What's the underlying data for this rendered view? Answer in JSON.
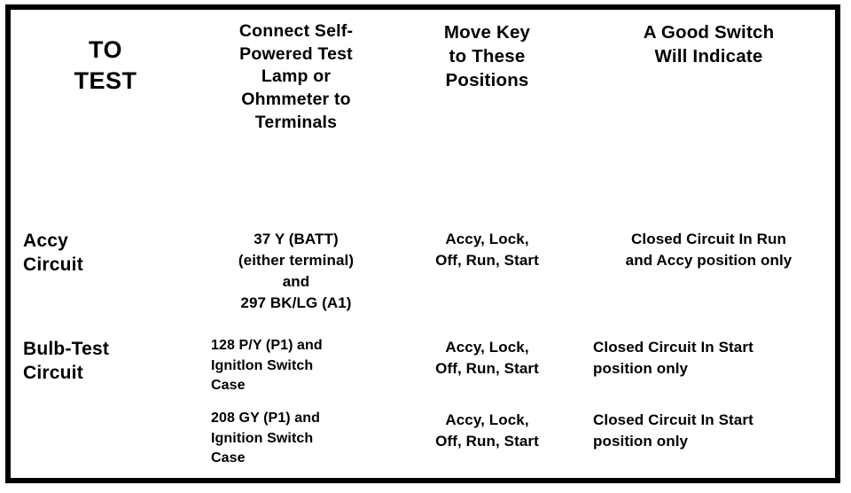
{
  "table": {
    "headers": [
      {
        "lines": [
          "TO",
          "TEST"
        ]
      },
      {
        "lines": [
          "Connect  Self-",
          "Powered Test",
          "Lamp or",
          "Ohmmeter to",
          "Terminals"
        ]
      },
      {
        "lines": [
          "Move Key",
          "to These",
          "Positions"
        ]
      },
      {
        "lines": [
          "A Good Switch",
          "Will Indicate"
        ]
      }
    ],
    "rows": [
      {
        "id": "accy-circuit",
        "test": [
          "Accy",
          "Circuit"
        ],
        "subrows": [
          {
            "connect": [
              "37 Y (BATT)",
              "(either terminal)",
              "and",
              "297 BK/LG (A1)"
            ],
            "key_positions": [
              "Accy, Lock,",
              "Off, Run, Start"
            ],
            "indication": [
              "Closed Circuit In Run",
              "and Accy position only"
            ]
          }
        ]
      },
      {
        "id": "bulb-test-circuit",
        "test": [
          "Bulb-Test",
          "Circuit"
        ],
        "subrows": [
          {
            "connect": [
              "128  P/Y (P1) and",
              "Ignitlon Switch",
              "Case"
            ],
            "key_positions": [
              "Accy, Lock,",
              "Off, Run, Start"
            ],
            "indication": [
              "Closed Circuit In Start",
              "position only"
            ]
          },
          {
            "connect": [
              "208 GY (P1) and",
              "Ignition Switch",
              "Case"
            ],
            "key_positions": [
              "Accy, Lock,",
              "Off, Run, Start"
            ],
            "indication": [
              "Closed Circuit In Start",
              "position only"
            ]
          }
        ]
      }
    ]
  },
  "style": {
    "ink": "#000000",
    "paper": "#ffffff"
  }
}
